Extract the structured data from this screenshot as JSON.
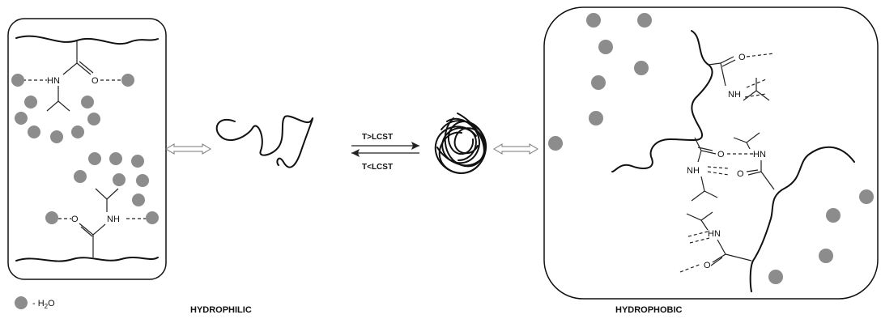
{
  "labels": {
    "hydrophilic": "HYDROPHILIC",
    "hydrophobic": "HYDROPHOBIC",
    "heating": "T>LCST",
    "cooling": "T<LCST",
    "legend_prefix": "- H",
    "legend_sub": "2",
    "legend_suffix": "O",
    "hn": "HN",
    "nh": "NH",
    "o": "O",
    "h": "H",
    "n": "N"
  }
}
